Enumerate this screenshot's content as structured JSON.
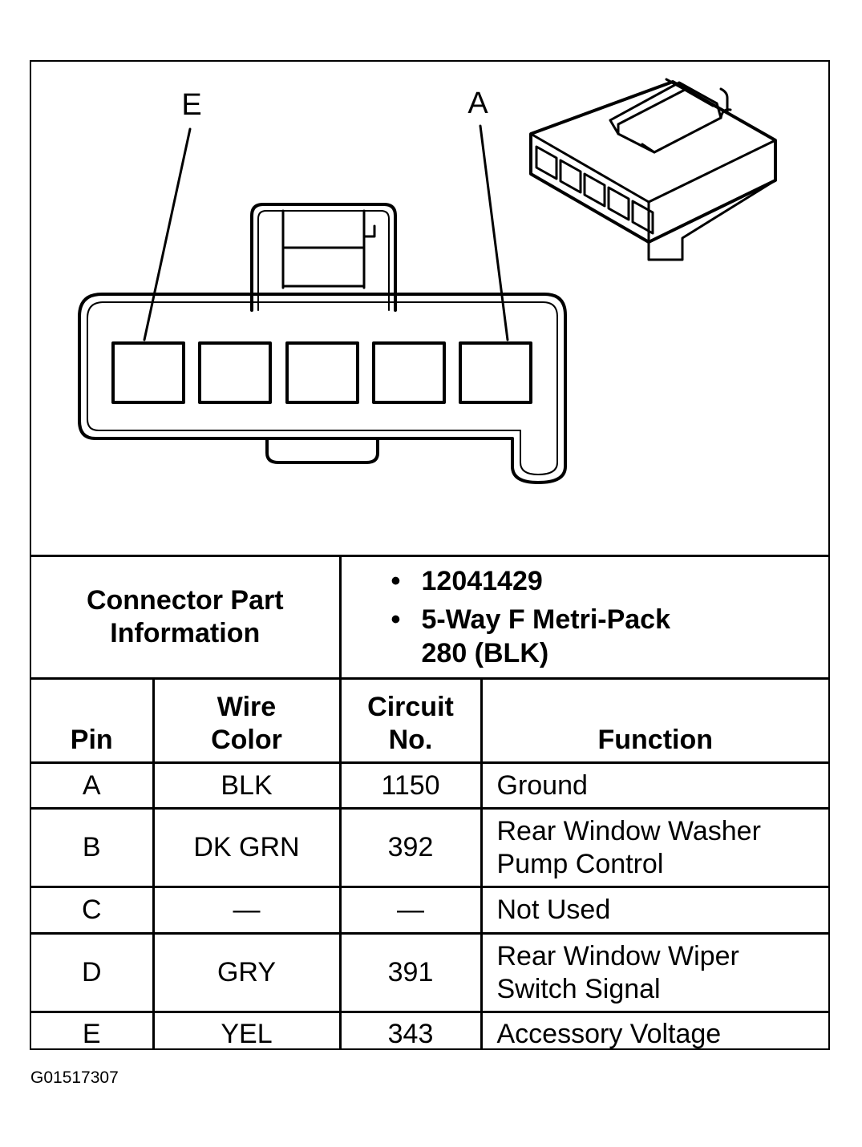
{
  "diagram": {
    "callouts": [
      "E",
      "A"
    ]
  },
  "connector_info": {
    "label_lines": [
      "Connector Part",
      "Information"
    ],
    "part_number": "12041429",
    "description_lines": [
      "5-Way F Metri-Pack",
      "280 (BLK)"
    ]
  },
  "table": {
    "headers": {
      "pin": [
        "Pin"
      ],
      "wire_color": [
        "Wire",
        "Color"
      ],
      "circuit_no": [
        "Circuit",
        "No."
      ],
      "function": [
        "Function"
      ]
    },
    "rows": [
      {
        "pin": "A",
        "wire_color": "BLK",
        "circuit": "1150",
        "function": [
          "Ground"
        ]
      },
      {
        "pin": "B",
        "wire_color": "DK GRN",
        "circuit": "392",
        "function": [
          "Rear Window Washer",
          "Pump Control"
        ]
      },
      {
        "pin": "C",
        "wire_color": "—",
        "circuit": "—",
        "function": [
          "Not Used"
        ]
      },
      {
        "pin": "D",
        "wire_color": "GRY",
        "circuit": "391",
        "function": [
          "Rear Window Wiper",
          "Switch Signal"
        ]
      },
      {
        "pin": "E",
        "wire_color": "YEL",
        "circuit": "343",
        "function": [
          "Accessory Voltage"
        ]
      }
    ]
  },
  "figure_id": "G01517307"
}
